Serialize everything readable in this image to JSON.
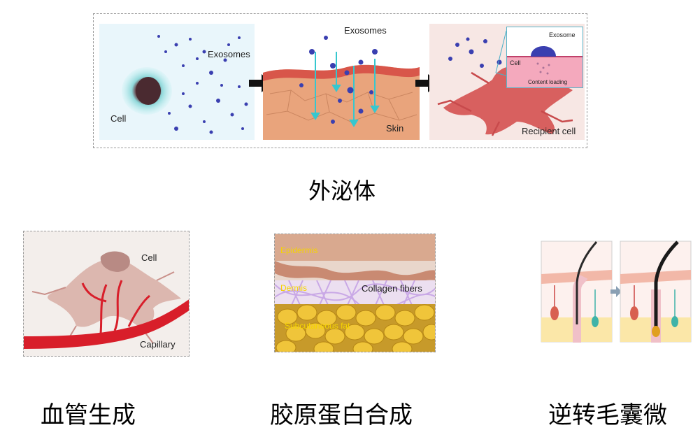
{
  "top_figure": {
    "panel1": {
      "label_exosomes": "Exosomes",
      "label_cell": "Cell"
    },
    "panel2": {
      "label_exosomes": "Exosomes",
      "label_skin": "Skin"
    },
    "panel3": {
      "label_recipient": "Recipient cell",
      "inset_exosome": "Exosome",
      "inset_cell": "Cell",
      "inset_content": "Content loading"
    },
    "caption": "外泌体"
  },
  "bottom_figures": [
    {
      "labels": {
        "cell": "Cell",
        "capillary": "Capillary"
      },
      "caption": "血管生成"
    },
    {
      "labels": {
        "epidermis": "Epidermis",
        "dermis": "Dermis",
        "collagen": "Collagen fibers",
        "subcutaneous": "Subcutaneous fat"
      },
      "caption": "胶原蛋白合成"
    },
    {
      "caption": "逆转毛囊微"
    }
  ],
  "colors": {
    "exosome": "#3a3fb0",
    "cell_halo": "#7fd3d6",
    "skin": "#e9a47c",
    "vessel": "#d81e2a",
    "fat": "#e7b62a",
    "collagen": "#c9a8e6"
  }
}
